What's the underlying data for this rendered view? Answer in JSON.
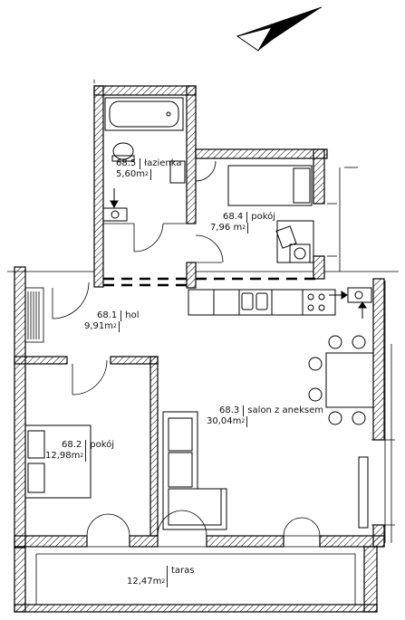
{
  "rooms": [
    {
      "number": "68.5",
      "name": "łazienka",
      "area": "5,60m",
      "unit_sup": "2"
    },
    {
      "number": "68.4",
      "name": "pokój",
      "area": "7,96 m",
      "unit_sup": "2"
    },
    {
      "number": "68.1",
      "name": "hol",
      "area": "9,91m",
      "unit_sup": "2"
    },
    {
      "number": "68.3",
      "name": "salon z aneksem",
      "area": "30,04m",
      "unit_sup": "2"
    },
    {
      "number": "68.2",
      "name": "pokój",
      "area": "12,98m",
      "unit_sup": "2"
    },
    {
      "number": "",
      "name": "taras",
      "area": "12,47m",
      "unit_sup": "2"
    }
  ],
  "colors": {
    "wall": "#000000",
    "hatch": "#000000",
    "line": "#111111"
  },
  "icons": [
    "north-arrow-icon",
    "bathtub-icon",
    "toilet-icon",
    "sink-icon",
    "bed-icon",
    "desk-chair-icon",
    "stove-icon",
    "sofa-icon",
    "dining-table-icon",
    "wardrobe-icon",
    "ventilation-arrow-icon"
  ]
}
